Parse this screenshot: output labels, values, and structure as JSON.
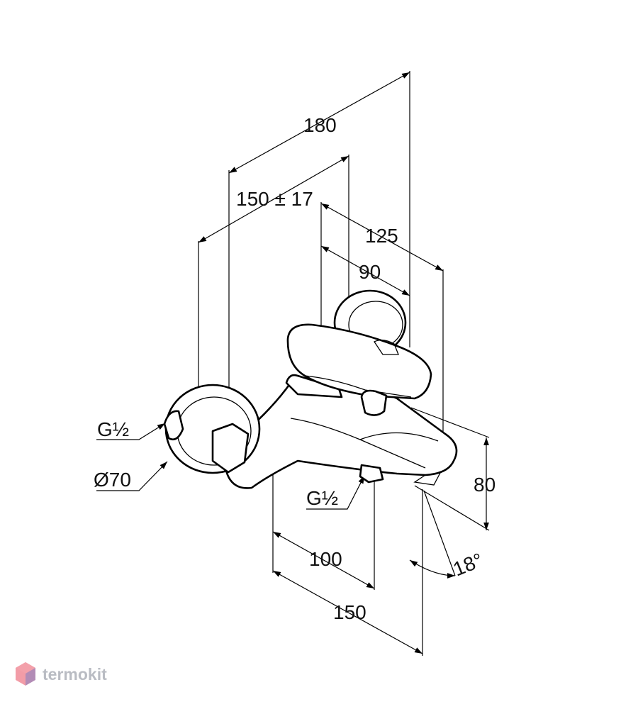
{
  "dimensions": {
    "d180": "180",
    "d150_17": "150 ± 17",
    "d125": "125",
    "d90": "90",
    "d80": "80",
    "d100": "100",
    "d150": "150",
    "angle18": "18°",
    "thread_wall": "G½",
    "thread_spout": "G½",
    "diameter": "Ø70"
  },
  "logo": {
    "text": "termokit"
  },
  "colors": {
    "line": "#000000",
    "logo_gray": "#b9bcc3",
    "logo_blue": "#3b6fd4",
    "logo_red": "#e84a5f"
  }
}
